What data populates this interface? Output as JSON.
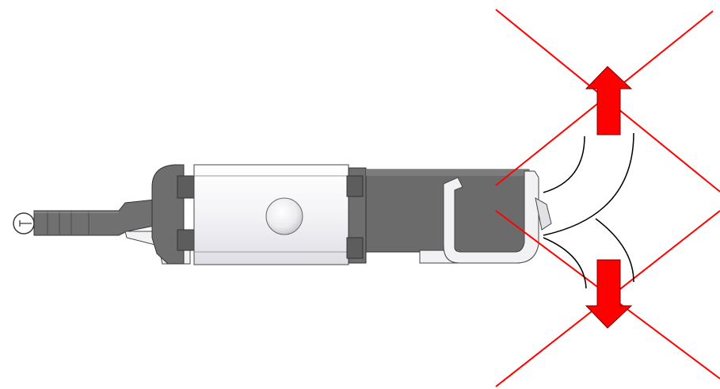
{
  "diagram": {
    "subject": "",
    "colors": {
      "background": "#ffffff",
      "body_dark": "#6b6b6b",
      "body_mid": "#8a8a8a",
      "outline": "#3a3a3a",
      "sleeve_light": "#f1f1f4",
      "sleeve_shade": "#d9d9df",
      "cross_lines": "#ff0000",
      "arrows": "#ff0000",
      "arrow_outline": "#7a0000",
      "flow_lines": "#000000"
    },
    "markers": {
      "upper_cross": "x-mark",
      "lower_cross": "x-mark",
      "upper_arrow": "arrow-up",
      "lower_arrow": "arrow-down"
    }
  }
}
